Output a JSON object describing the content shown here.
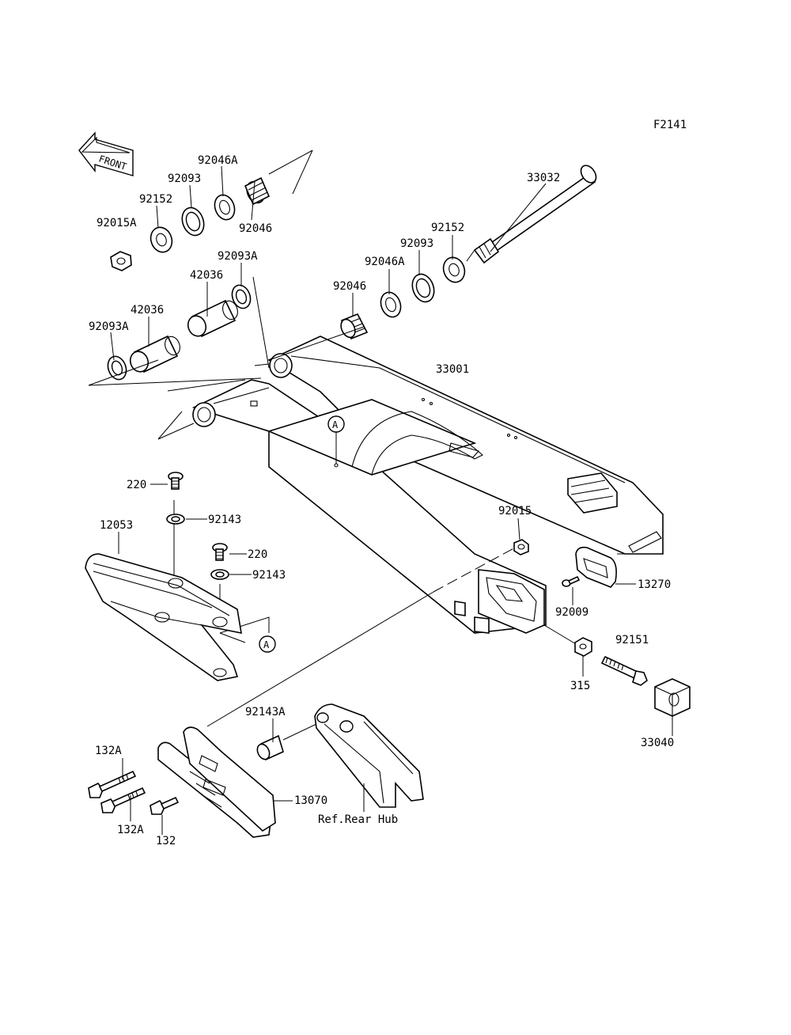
{
  "figure_code": "F2141",
  "front_label": "FRONT",
  "callout_letter": "A",
  "parts": {
    "p33032": "33032",
    "p92046A_top": "92046A",
    "p92093_top": "92093",
    "p92152_top": "92152",
    "p92015A": "92015A",
    "p92046_top": "92046",
    "p92093A_top": "92093A",
    "p42036_a": "42036",
    "p42036_b": "42036",
    "p92093A_left": "92093A",
    "p92152_mid": "92152",
    "p92093_mid": "92093",
    "p92046A_mid": "92046A",
    "p92046_mid": "92046",
    "p33001": "33001",
    "p220_a": "220",
    "p92143_a": "92143",
    "p12053": "12053",
    "p220_b": "220",
    "p92143_b": "92143",
    "p92015": "92015",
    "p13270": "13270",
    "p92009": "92009",
    "p92151": "92151",
    "p315": "315",
    "p33040": "33040",
    "p92143A": "92143A",
    "p132A_a": "132A",
    "p132A_b": "132A",
    "p132": "132",
    "p13070": "13070",
    "ref_rear_hub": "Ref.Rear Hub"
  }
}
